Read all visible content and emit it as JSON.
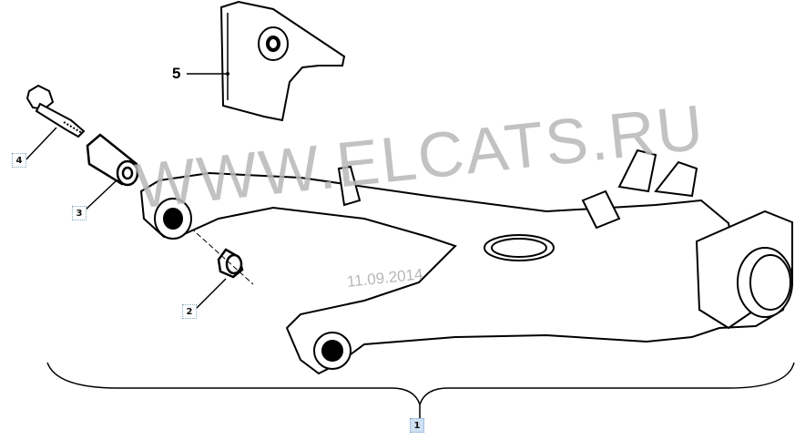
{
  "diagram": {
    "watermark": "WWW.ELCATS.RU",
    "watermark_date": "11.09.2014",
    "callouts": [
      {
        "id": "1",
        "label": "1",
        "selected": true
      },
      {
        "id": "2",
        "label": "2",
        "selected": false
      },
      {
        "id": "3",
        "label": "3",
        "selected": false
      },
      {
        "id": "4",
        "label": "4",
        "selected": false
      },
      {
        "id": "5",
        "label": "5",
        "selected": false
      }
    ],
    "colors": {
      "line": "#000000",
      "callout_selected_bg": "#cfe0f3",
      "callout_border": "#88aabb",
      "watermark": "#b8b8b8"
    }
  }
}
